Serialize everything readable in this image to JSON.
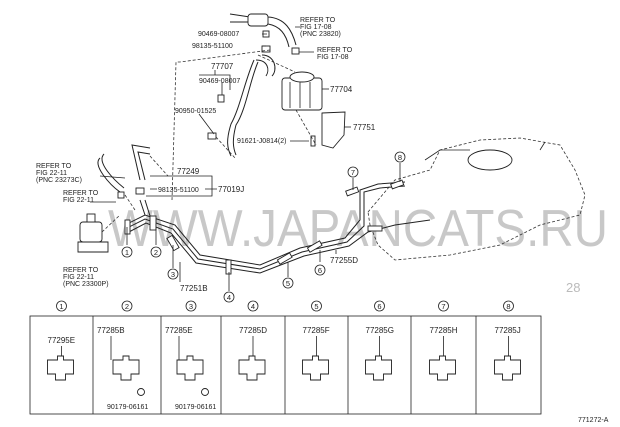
{
  "diagram": {
    "figure_code": "771272-A",
    "watermark": "WWW.JAPANCATS.RU",
    "watermark_faint": "28",
    "callouts": {
      "hose_clamp_top": "90469-08007",
      "clip_top": "98135-51100",
      "refer_fig1708_pnc": [
        "REFER TO",
        "FIG 17-08",
        "(PNC 23820)"
      ],
      "refer_fig1708": [
        "REFER TO",
        "FIG 17-08"
      ],
      "hose_assy": "77707",
      "hose_clamp_mid": "90469-08007",
      "clip_mid": "90950-01525",
      "canister": "77704",
      "bracket": "77751",
      "bolt": "91621-J0814(2)",
      "refer_fig2211_pnc_a": [
        "REFER TO",
        "FIG 22-11",
        "(PNC 23273C)"
      ],
      "hose_77249": "77249",
      "clip_lower": "98135-51100",
      "tube_assy": "77019J",
      "refer_fig2211": [
        "REFER TO",
        "FIG 22-11"
      ],
      "refer_fig2211_pnc_b": [
        "REFER TO",
        "FIG 22-11",
        "(PNC 23300P)"
      ],
      "tube_77251B": "77251B",
      "tube_77255D": "77255D"
    },
    "circle_markers": [
      "1",
      "2",
      "3",
      "4",
      "5",
      "6",
      "7",
      "8"
    ],
    "clamp_table": [
      {
        "index": "1",
        "part": "77295E",
        "sub": ""
      },
      {
        "index": "2",
        "part": "77285B",
        "sub": "90179-06161"
      },
      {
        "index": "3",
        "part": "77285E",
        "sub": "90179-06161"
      },
      {
        "index": "4",
        "part": "77285D",
        "sub": ""
      },
      {
        "index": "5",
        "part": "77285F",
        "sub": ""
      },
      {
        "index": "6",
        "part": "77285G",
        "sub": ""
      },
      {
        "index": "7",
        "part": "77285H",
        "sub": ""
      },
      {
        "index": "8",
        "part": "77285J",
        "sub": ""
      }
    ]
  }
}
